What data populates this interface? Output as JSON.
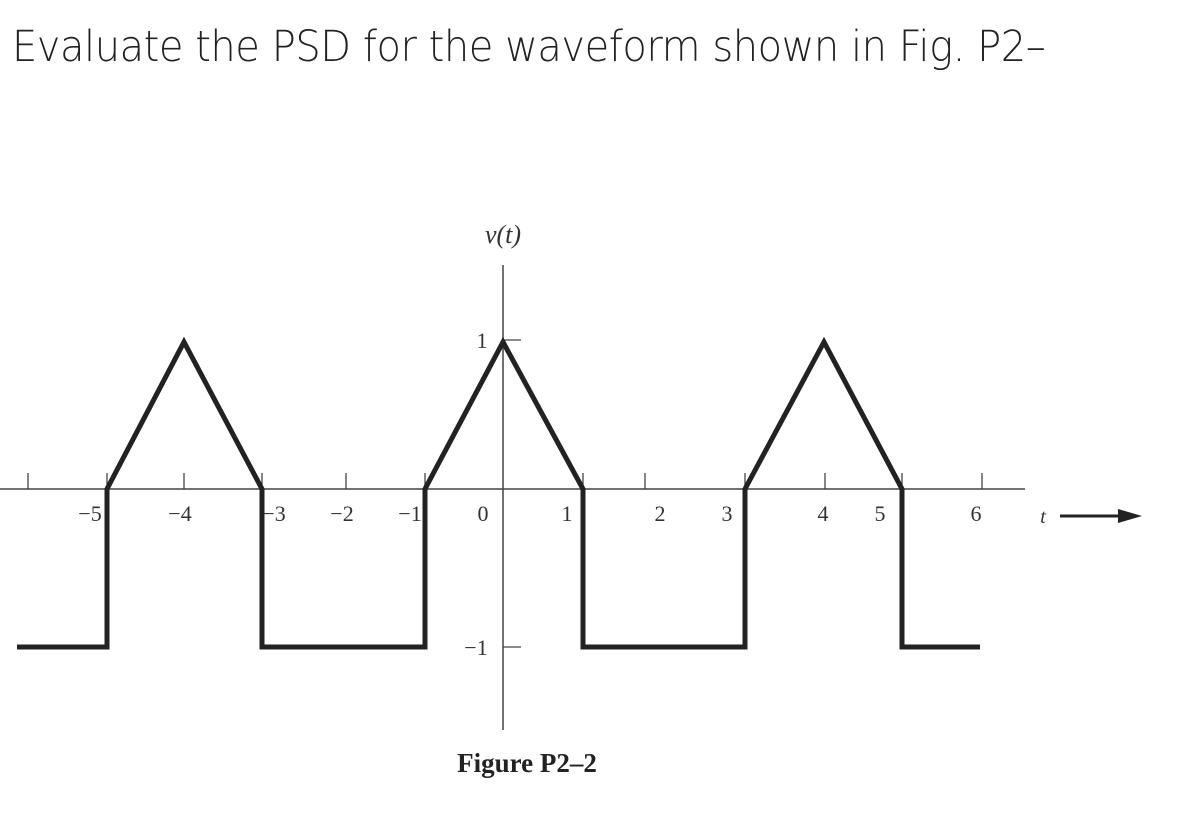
{
  "question": {
    "text": "Evaluate the PSD for the waveform shown in Fig. P2–"
  },
  "figure": {
    "caption": "Figure P2–2",
    "y_axis_label": "v(t)",
    "x_axis_label": "t",
    "y_tick_labels": {
      "top": "1",
      "bottom": "−1"
    },
    "x_tick_labels": [
      "−5",
      "−4",
      "−3",
      "−2",
      "−1",
      "0",
      "1",
      "2",
      "3",
      "4",
      "5",
      "6"
    ],
    "colors": {
      "waveform": "#222222",
      "axes": "#444444",
      "text": "#333333"
    }
  },
  "chart_data": {
    "type": "line",
    "title": "Figure P2–2",
    "xlabel": "t",
    "ylabel": "v(t)",
    "x_tick_labels": [
      "-5",
      "-4",
      "-3",
      "-2",
      "-1",
      "0",
      "1",
      "2",
      "3",
      "4",
      "5",
      "6"
    ],
    "y_tick_labels": [
      "-1",
      "1"
    ],
    "ylim": [
      -1,
      1
    ],
    "description": "Periodic waveform: triangular pulses of height 1 (peaks at t=-4, 0, 4) alternating with rectangular pulses of amplitude -1; vertical transitions between 0 and -1 at the triangle base edges.",
    "series": [
      {
        "name": "v(t)",
        "points": [
          {
            "x": -5.6,
            "y": -1
          },
          {
            "x": -5.0,
            "y": -1
          },
          {
            "x": -5.0,
            "y": 0
          },
          {
            "x": -4.0,
            "y": 1
          },
          {
            "x": -3.0,
            "y": 0
          },
          {
            "x": -3.0,
            "y": -1
          },
          {
            "x": -1.0,
            "y": -1
          },
          {
            "x": -1.0,
            "y": 0
          },
          {
            "x": 0.0,
            "y": 1
          },
          {
            "x": 1.0,
            "y": 0
          },
          {
            "x": 1.0,
            "y": -1
          },
          {
            "x": 3.0,
            "y": -1
          },
          {
            "x": 3.0,
            "y": 0
          },
          {
            "x": 4.0,
            "y": 1
          },
          {
            "x": 5.0,
            "y": 0
          },
          {
            "x": 5.0,
            "y": -1
          },
          {
            "x": 5.5,
            "y": -1
          }
        ]
      }
    ],
    "grid": false,
    "legend": null
  }
}
